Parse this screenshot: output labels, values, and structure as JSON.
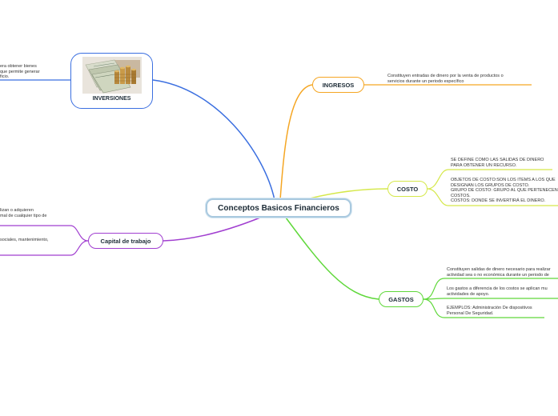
{
  "central": {
    "label": "Conceptos Basicos Financieros"
  },
  "topics": {
    "ingresos": "INGRESOS",
    "costo": "COSTO",
    "gastos": "GASTOS",
    "capital": "Capital de trabajo",
    "inversiones": "INVERSIONES"
  },
  "notes": {
    "ingresos_1": "Constituyen entradas de dinero por la venta de productos o\nservicios durante un periodo específico",
    "costo_1": "SE DEFINE COMO LAS SALIDAS DE DINERO\nPARA OBTENER UN RECURSO.",
    "costo_2": "OBJETOS DE COSTO:SON LOS ITEMS A LOS QUE\nDESIGNAN LOS GRUPOS DE COSTO.\nGRUPO DE COSTO: GRUPO AL QUE PERTENECEN\nCOSTOS.\nCOSTOS: DONDE SE INVERTIRÁ EL DINERO.",
    "gastos_1": "Constituyen salidas de dinero necesario para realizar\nactividad sea o no económica durante un periodo de",
    "gastos_2": "Los gastos a diferencia de los costos se aplican mu\nactividades de apoyo.",
    "gastos_3": "EJEMPLOS: Administración De dispositivos\nPersonal De Seguridad.",
    "capital_1": "lizan o adquieren\nmal de cualquier tipo de",
    "capital_2": "sociales, mantenimiento,",
    "inversiones_1": "era obtener bienes\nque permite generar\nficio."
  },
  "colors": {
    "inversiones": "#3b6fe0",
    "ingresos": "#f5a623",
    "costo": "#d5e84a",
    "gastos": "#5fd83a",
    "capital": "#a13fd0",
    "central_border": "#a9c9df"
  }
}
